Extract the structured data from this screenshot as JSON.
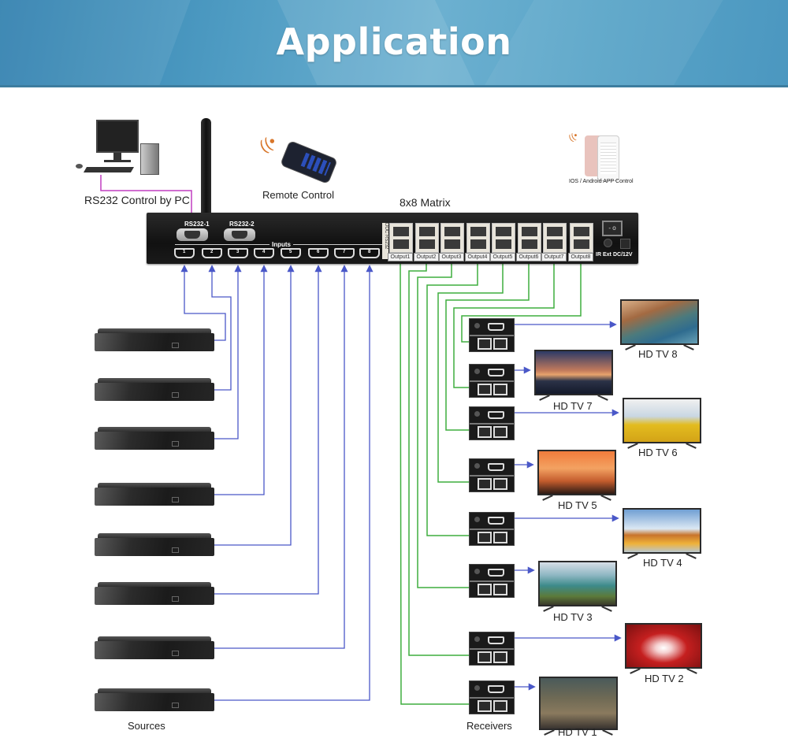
{
  "banner": {
    "title": "Application"
  },
  "top_devices": {
    "pc_label": "RS232 Control by PC",
    "remote_label": "Remote Control",
    "app_label": "IOS / Android APP Control",
    "matrix_label": "8x8 Matrix"
  },
  "matrix": {
    "rs232_ports": [
      "RS232-1",
      "RS232-2"
    ],
    "inputs_label": "Inputs",
    "input_numbers": [
      "1",
      "2",
      "3",
      "4",
      "5",
      "6",
      "7",
      "8"
    ],
    "side_labels": [
      "DOC",
      "RS232"
    ],
    "outputs": [
      "Output1",
      "Output2",
      "Output3",
      "Output4",
      "Output5",
      "Output6",
      "Output7",
      "Output8"
    ],
    "ir_label": "IR Ext",
    "power_label": "DC/12V",
    "switch_label": "- o"
  },
  "sources": {
    "label": "Sources",
    "count": 8
  },
  "receivers": {
    "label": "Receivers",
    "count": 8
  },
  "tvs": [
    {
      "label": "HD TV 8",
      "scene": "coastal village"
    },
    {
      "label": "HD TV 7",
      "scene": "pier at sunset"
    },
    {
      "label": "HD TV 6",
      "scene": "woman at yellow balcony"
    },
    {
      "label": "HD TV 5",
      "scene": "hot air balloon at sunset"
    },
    {
      "label": "HD TV 4",
      "scene": "two beer glasses by the sea"
    },
    {
      "label": "HD TV 3",
      "scene": "person overlooking mountains"
    },
    {
      "label": "HD TV 2",
      "scene": "red corridor"
    },
    {
      "label": "HD TV 1",
      "scene": "railway tracks"
    }
  ],
  "colors": {
    "banner": "#4f9cc3",
    "hdmi_wire": "#4a58c8",
    "cat_wire": "#3fae3f",
    "rs232_wire": "#c03fc0",
    "device_body": "#1a1a1a"
  }
}
